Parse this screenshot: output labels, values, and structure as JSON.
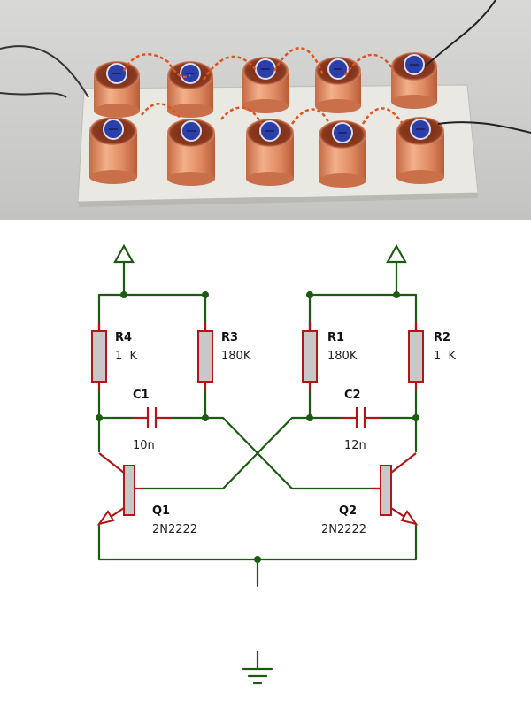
{
  "photo": {
    "alt": "Ten copper coils on a board connected in series"
  },
  "components": {
    "r4": {
      "name": "R4",
      "value": "1  K"
    },
    "r3": {
      "name": "R3",
      "value": "180K"
    },
    "r1": {
      "name": "R1",
      "value": "180K"
    },
    "r2": {
      "name": "R2",
      "value": "1  K"
    },
    "c1": {
      "name": "C1",
      "value": "10n"
    },
    "c2": {
      "name": "C2",
      "value": "12n"
    },
    "q1": {
      "name": "Q1",
      "value": "2N2222"
    },
    "q2": {
      "name": "Q2",
      "value": "2N2222"
    }
  },
  "colors": {
    "wire": "#1c5c12",
    "component": "#b31616",
    "resistor_fill": "#c8c8c8"
  }
}
